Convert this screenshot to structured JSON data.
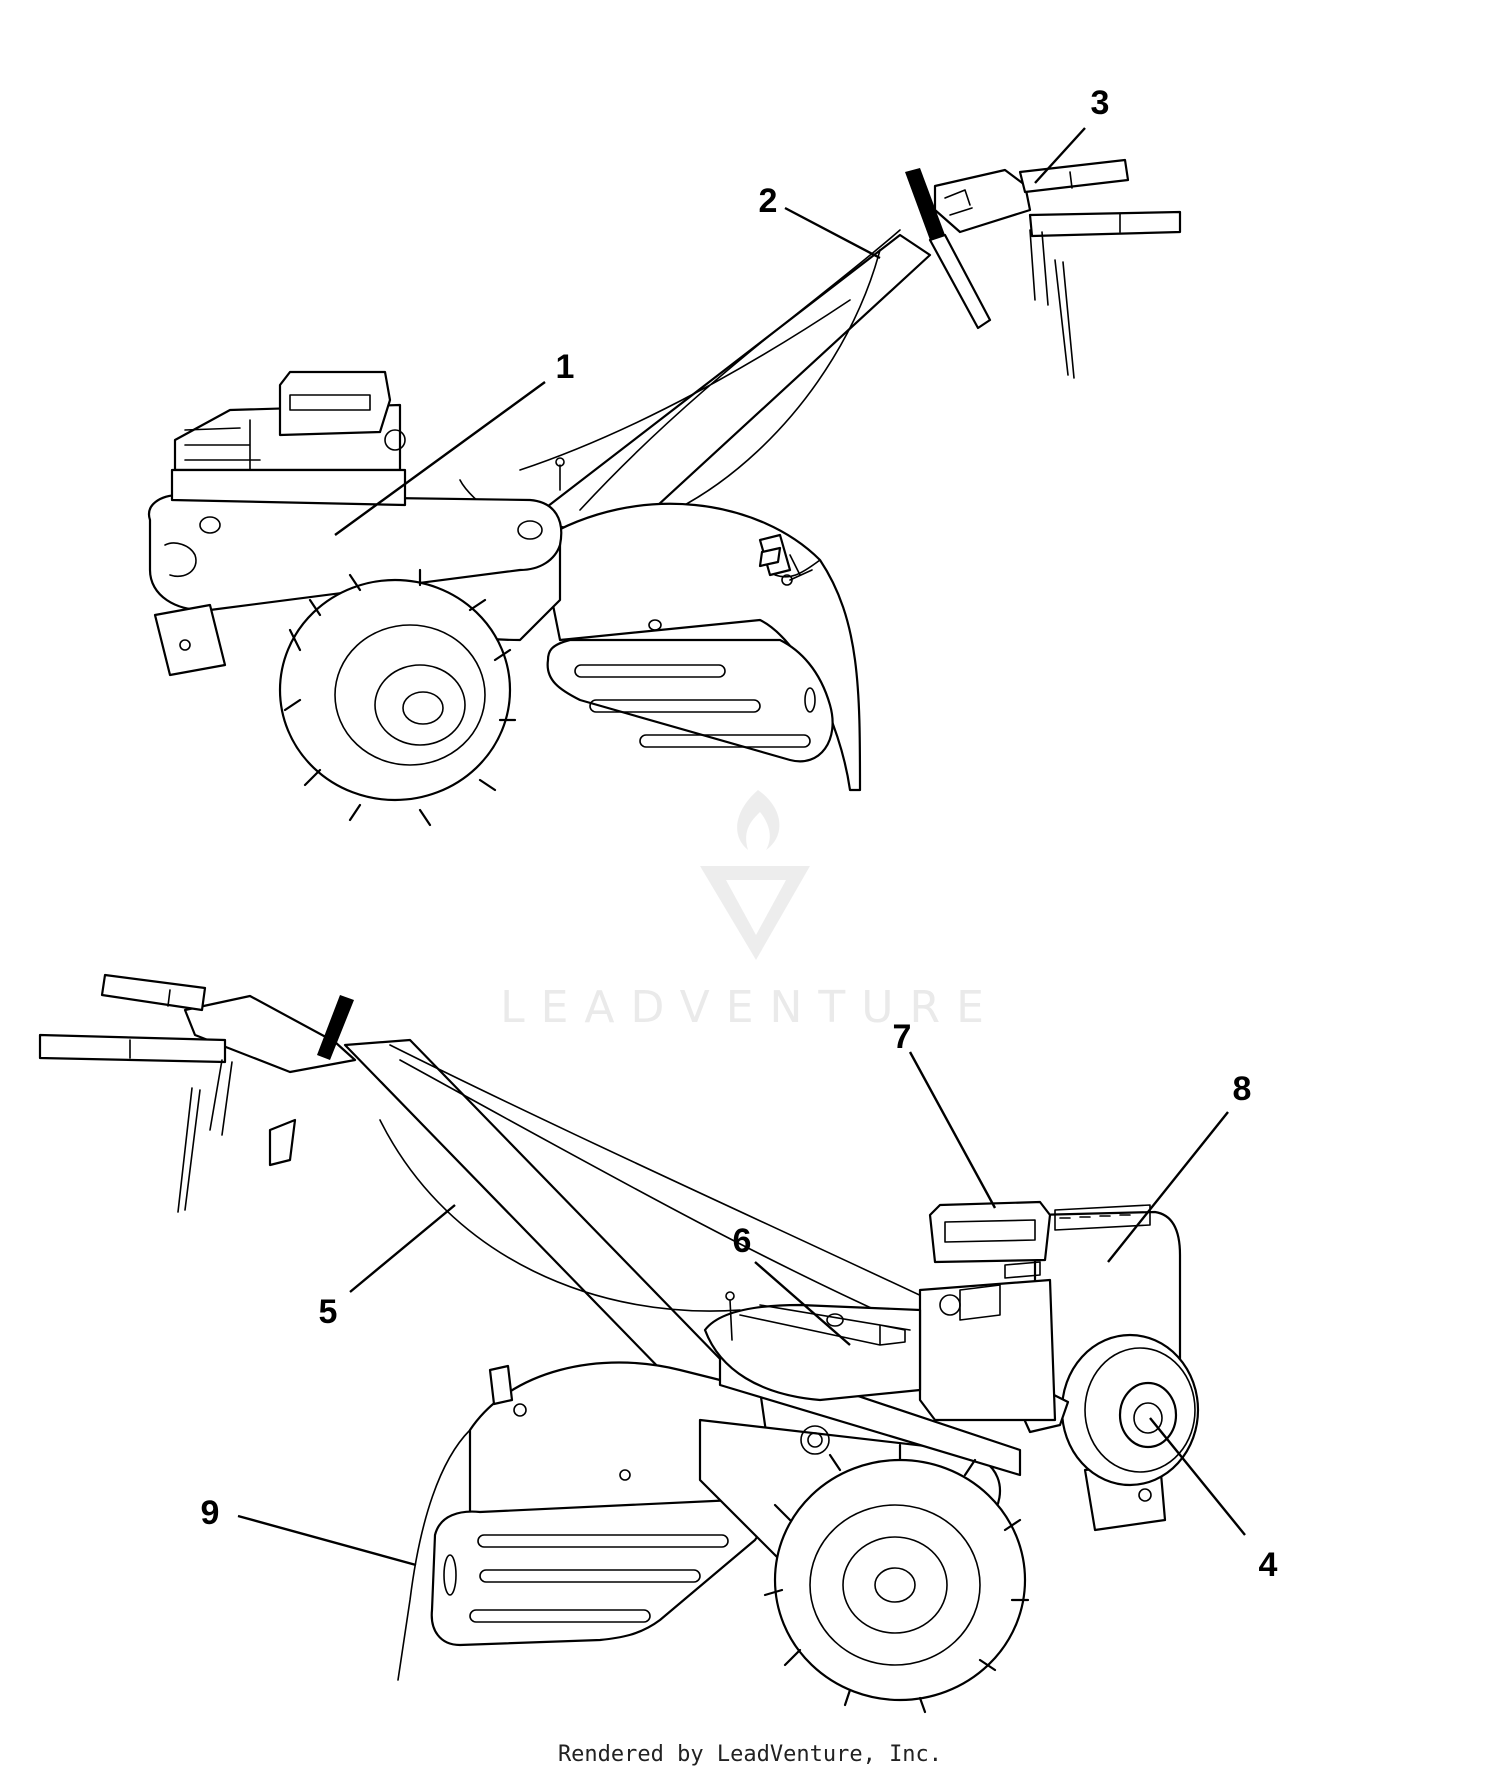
{
  "callouts": [
    {
      "id": "1",
      "label": "1"
    },
    {
      "id": "2",
      "label": "2"
    },
    {
      "id": "3",
      "label": "3"
    },
    {
      "id": "4",
      "label": "4"
    },
    {
      "id": "5",
      "label": "5"
    },
    {
      "id": "6",
      "label": "6"
    },
    {
      "id": "7",
      "label": "7"
    },
    {
      "id": "8",
      "label": "8"
    },
    {
      "id": "9",
      "label": "9"
    }
  ],
  "watermark": {
    "text": "LEADVENTURE"
  },
  "footer": {
    "text": "Rendered by LeadVenture, Inc."
  }
}
